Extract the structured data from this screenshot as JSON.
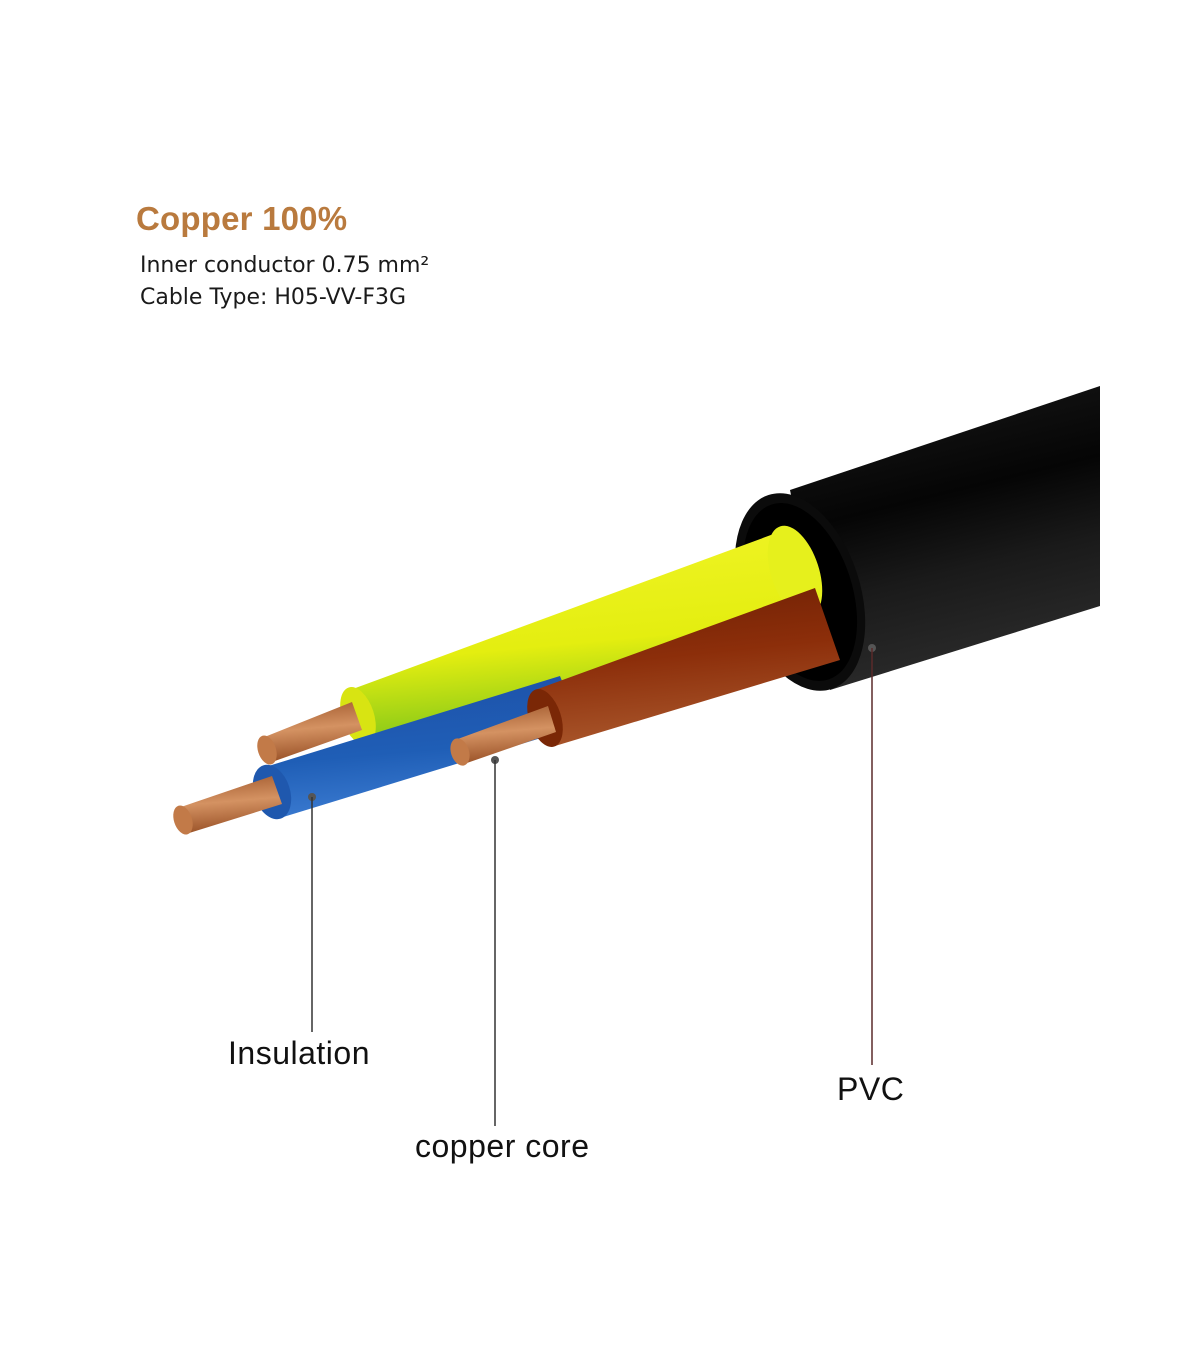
{
  "header": {
    "title": "Copper 100%",
    "spec_lines": [
      "Inner conductor 0.75 mm²",
      "Cable Type: H05-VV-F3G"
    ]
  },
  "diagram": {
    "subject": "3-core power cable cross-section illustration",
    "wires": [
      {
        "name": "green-yellow",
        "color": "#e8f020"
      },
      {
        "name": "blue",
        "color": "#1f5fb0"
      },
      {
        "name": "brown",
        "color": "#8a2a08"
      }
    ],
    "colors": {
      "title": "#b97a3e",
      "jacket": "#0a0a0a",
      "copper": "#c47a45",
      "leader_line": "#333333"
    },
    "callouts": [
      {
        "label": "Insulation",
        "target": "blue wire insulation"
      },
      {
        "label": "copper core",
        "target": "copper conductor strands"
      },
      {
        "label": "PVC",
        "target": "outer black jacket"
      }
    ]
  }
}
